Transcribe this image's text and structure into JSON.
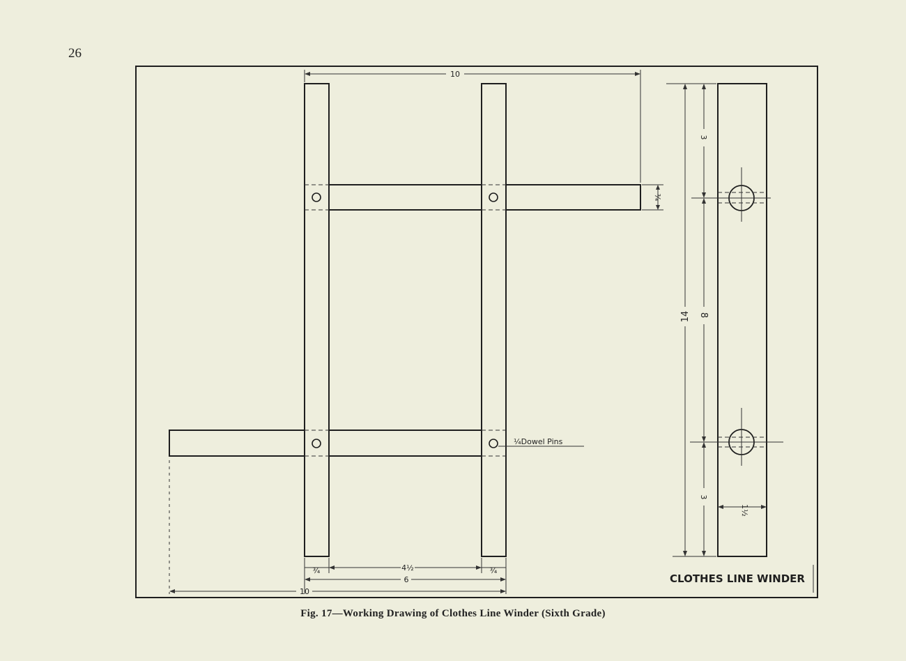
{
  "page": {
    "number": "26",
    "caption": "Fig. 17—Working Drawing of Clothes Line Winder (Sixth Grade)"
  },
  "drawing": {
    "title": "CLOTHES LINE WINDER",
    "note": "¼Dowel Pins",
    "dimensions": {
      "top_width": "10",
      "bottom_width": "10",
      "inner_span": "6",
      "center_gap": "4½",
      "left_stick_width": "¾",
      "right_stick_width": "¾",
      "crossbar_height": "¾",
      "total_length": "14",
      "middle_length": "8",
      "top_offset": "3",
      "bottom_offset": "3",
      "side_width": "1½"
    }
  }
}
